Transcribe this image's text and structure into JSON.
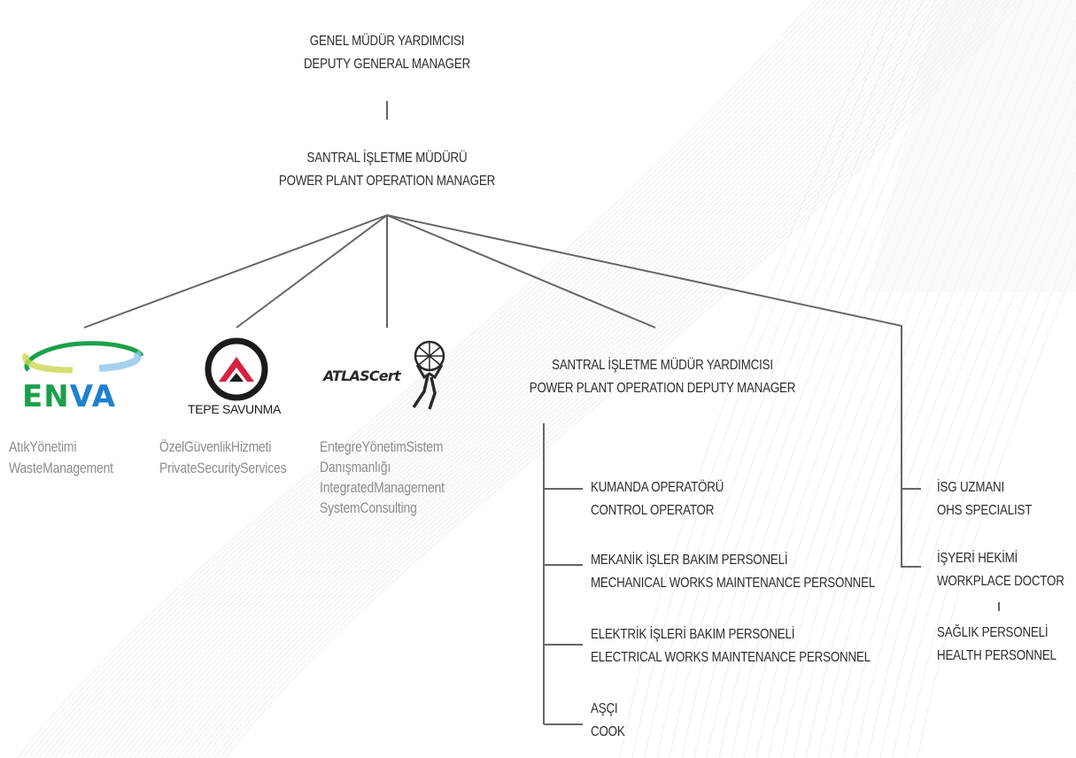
{
  "top": {
    "deputy_gm_tr": "GENEL MÜDÜR YARDIMCISI",
    "deputy_gm_en": "DEPUTY GENERAL MANAGER",
    "plant_mgr_tr": "SANTRAL İŞLETME MÜDÜRÜ",
    "plant_mgr_en": "POWER PLANT OPERATION MANAGER"
  },
  "contractors": [
    {
      "logo": "ENVA",
      "logo_icon": "enva-swoosh-icon",
      "line1": "AtıkYönetimi",
      "line2": "WasteManagement"
    },
    {
      "logo": "TEPE SAVUNMA",
      "logo_icon": "tepe-savunma-icon",
      "line1": "ÖzelGüvenlikHizmeti",
      "line2": "PrivateSecurityServices"
    },
    {
      "logo": "ATLASCert",
      "logo_icon": "atlas-figure-icon",
      "line1": "EntegreYönetimSistem",
      "line2": "Danışmanlığı",
      "line3": "IntegratedManagement",
      "line4": "SystemConsulting"
    }
  ],
  "deputy_plant_mgr": {
    "tr": "SANTRAL İŞLETME MÜDÜR YARDIMCISI",
    "en": "POWER PLANT OPERATION DEPUTY MANAGER"
  },
  "staff": [
    {
      "tr": "KUMANDA OPERATÖRÜ",
      "en": "CONTROL OPERATOR"
    },
    {
      "tr": "MEKANİK İŞLER BAKIM PERSONELİ",
      "en": "MECHANICAL WORKS MAINTENANCE PERSONNEL"
    },
    {
      "tr": "ELEKTRİK İŞLERİ BAKIM PERSONELİ",
      "en": "ELECTRICAL WORKS MAINTENANCE PERSONNEL"
    },
    {
      "tr": "AŞÇI",
      "en": "COOK"
    }
  ],
  "ohs": [
    {
      "tr": "İSG UZMANI",
      "en": "OHS SPECIALIST"
    },
    {
      "tr": "İŞYERİ HEKİMİ",
      "en": "WORKPLACE DOCTOR"
    },
    {
      "tr": "SAĞLIK PERSONELİ",
      "en": "HEALTH PERSONNEL"
    }
  ],
  "colors": {
    "line": "#666666",
    "enva_green": "#1aa04a",
    "enva_blue": "#1f7fd0",
    "tepe_red": "#d8203f",
    "caption_gray": "#8c8c8c"
  }
}
